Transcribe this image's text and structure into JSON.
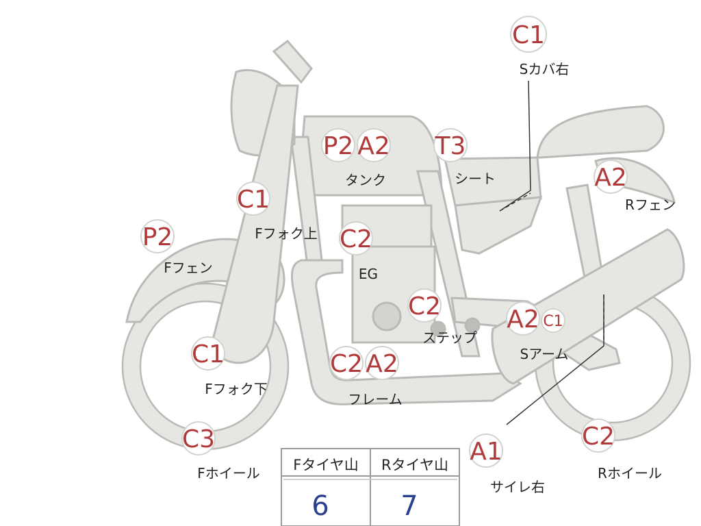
{
  "markers": [
    {
      "id": "s-cover-right",
      "grade": "C1",
      "label": "Sカバ右"
    },
    {
      "id": "tank-p2",
      "grade": "P2",
      "label": ""
    },
    {
      "id": "tank-a2",
      "grade": "A2",
      "label": "タンク"
    },
    {
      "id": "seat",
      "grade": "T3",
      "label": "シート"
    },
    {
      "id": "r-fender",
      "grade": "A2",
      "label": "Rフェン"
    },
    {
      "id": "f-fork-upper",
      "grade": "C1",
      "label": "Fフォク上"
    },
    {
      "id": "f-fender",
      "grade": "P2",
      "label": "Fフェン"
    },
    {
      "id": "engine",
      "grade": "C2",
      "label": "EG"
    },
    {
      "id": "step",
      "grade": "C2",
      "label": "ステップ"
    },
    {
      "id": "s-arm-a2",
      "grade": "A2",
      "label": ""
    },
    {
      "id": "s-arm-c1",
      "grade": "C1",
      "label": "Sアーム"
    },
    {
      "id": "f-fork-lower",
      "grade": "C1",
      "label": "Fフォク下"
    },
    {
      "id": "frame-c2",
      "grade": "C2",
      "label": ""
    },
    {
      "id": "frame-a2",
      "grade": "A2",
      "label": "フレーム"
    },
    {
      "id": "f-wheel",
      "grade": "C3",
      "label": "Fホイール"
    },
    {
      "id": "muffler-right",
      "grade": "A1",
      "label": "サイレ右"
    },
    {
      "id": "r-wheel",
      "grade": "C2",
      "label": "Rホイール"
    }
  ],
  "tire_table": {
    "front_header": "Fタイヤ山",
    "rear_header": "Rタイヤ山",
    "front_value": "6",
    "rear_value": "7"
  }
}
